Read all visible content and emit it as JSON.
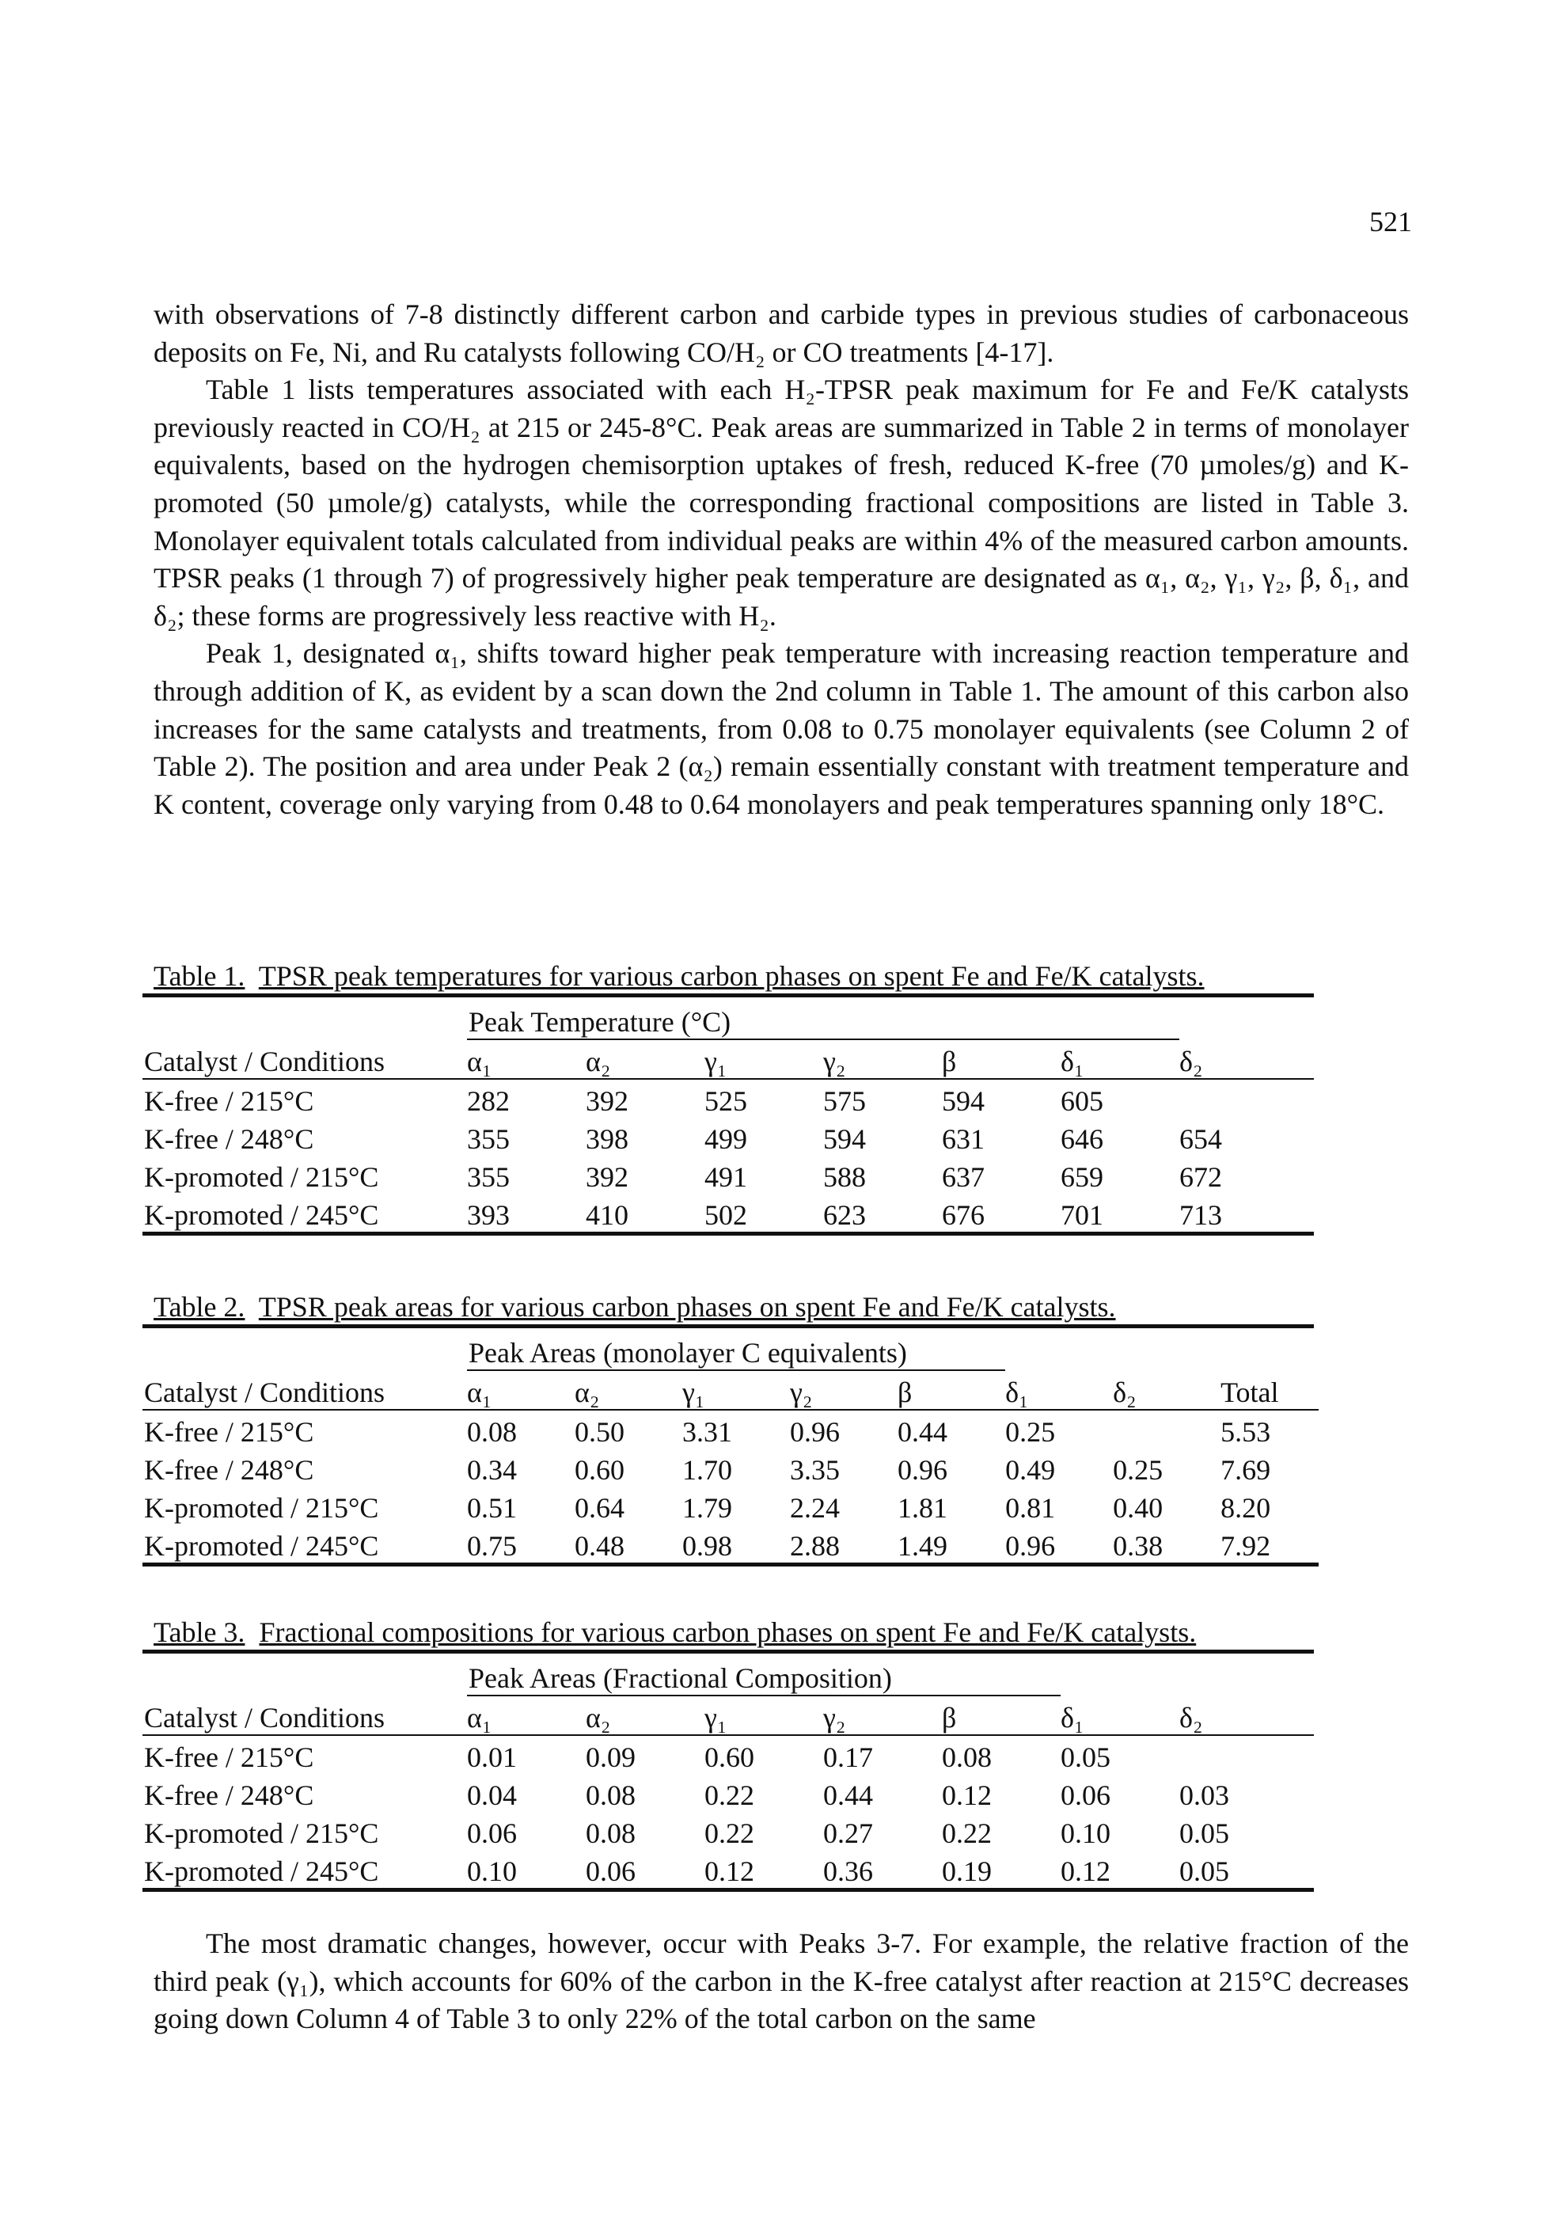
{
  "page_number": "521",
  "paragraphs_top": [
    "with observations of 7-8 distinctly different carbon and carbide types in previous studies of carbonaceous deposits on Fe, Ni, and Ru catalysts following CO/H₂ or CO treatments [4-17].",
    "Table 1 lists temperatures associated with each H₂-TPSR peak maximum for Fe and Fe/K catalysts previously reacted in CO/H₂ at 215 or 245-8°C. Peak areas are summarized in Table 2 in terms of monolayer equivalents, based on the hydrogen chemisorption uptakes of fresh, reduced K-free (70 µmoles/g) and K-promoted (50 µmole/g) catalysts, while the corresponding fractional compositions are listed in Table 3. Monolayer equivalent totals calculated from individual peaks are within 4% of the measured carbon amounts. TPSR peaks (1 through 7) of progressively higher peak temperature are designated as α₁, α₂, γ₁, γ₂, β, δ₁, and δ₂; these forms are progressively less reactive with H₂.",
    "Peak 1, designated α₁, shifts toward higher peak temperature with increasing reaction temperature and through addition of K, as evident by a scan down the 2nd column in Table 1. The amount of this carbon also increases for the same catalysts and treatments, from 0.08 to 0.75 monolayer equivalents (see Column 2 of Table 2). The position and area under Peak 2 (α₂) remain essentially constant with treatment temperature and K content, coverage only varying from 0.48 to 0.64 monolayers and peak temperatures spanning only 18°C."
  ],
  "tables": [
    {
      "caption_label": "Table 1.",
      "caption_text": "TPSR peak temperatures for various carbon phases on spent Fe and Fe/K catalysts.",
      "group_label": "Peak Temperature (°C)",
      "headers": [
        "Catalyst / Conditions",
        "α₁",
        "α₂",
        "γ₁",
        "γ₂",
        "β",
        "δ₁",
        "δ₂"
      ],
      "rows": [
        [
          "K-free / 215°C",
          "282",
          "392",
          "525",
          "575",
          "594",
          "605",
          ""
        ],
        [
          "K-free / 248°C",
          "355",
          "398",
          "499",
          "594",
          "631",
          "646",
          "654"
        ],
        [
          "K-promoted / 215°C",
          "355",
          "392",
          "491",
          "588",
          "637",
          "659",
          "672"
        ],
        [
          "K-promoted / 245°C",
          "393",
          "410",
          "502",
          "623",
          "676",
          "701",
          "713"
        ]
      ]
    },
    {
      "caption_label": "Table 2.",
      "caption_text": "TPSR peak areas for various carbon phases on spent Fe and Fe/K catalysts.",
      "group_label": "Peak Areas (monolayer C equivalents)",
      "headers": [
        "Catalyst / Conditions",
        "α₁",
        "α₂",
        "γ₁",
        "γ₂",
        "β",
        "δ₁",
        "δ₂",
        "Total"
      ],
      "rows": [
        [
          "K-free / 215°C",
          "0.08",
          "0.50",
          "3.31",
          "0.96",
          "0.44",
          "0.25",
          "",
          "5.53"
        ],
        [
          "K-free / 248°C",
          "0.34",
          "0.60",
          "1.70",
          "3.35",
          "0.96",
          "0.49",
          "0.25",
          "7.69"
        ],
        [
          "K-promoted / 215°C",
          "0.51",
          "0.64",
          "1.79",
          "2.24",
          "1.81",
          "0.81",
          "0.40",
          "8.20"
        ],
        [
          "K-promoted / 245°C",
          "0.75",
          "0.48",
          "0.98",
          "2.88",
          "1.49",
          "0.96",
          "0.38",
          "7.92"
        ]
      ]
    },
    {
      "caption_label": "Table 3.",
      "caption_text": "Fractional compositions for various carbon phases on spent Fe and Fe/K catalysts.",
      "group_label": "Peak Areas (Fractional Composition)",
      "headers": [
        "Catalyst / Conditions",
        "α₁",
        "α₂",
        "γ₁",
        "γ₂",
        "β",
        "δ₁",
        "δ₂"
      ],
      "rows": [
        [
          "K-free / 215°C",
          "0.01",
          "0.09",
          "0.60",
          "0.17",
          "0.08",
          "0.05",
          ""
        ],
        [
          "K-free / 248°C",
          "0.04",
          "0.08",
          "0.22",
          "0.44",
          "0.12",
          "0.06",
          "0.03"
        ],
        [
          "K-promoted / 215°C",
          "0.06",
          "0.08",
          "0.22",
          "0.27",
          "0.22",
          "0.10",
          "0.05"
        ],
        [
          "K-promoted / 245°C",
          "0.10",
          "0.06",
          "0.12",
          "0.36",
          "0.19",
          "0.12",
          "0.05"
        ]
      ]
    }
  ],
  "paragraph_bottom": "The most dramatic changes, however, occur with Peaks 3-7. For example, the relative fraction of the third peak (γ₁), which accounts for 60% of the carbon in the K-free catalyst after reaction at 215°C decreases going down Column 4 of Table 3 to only 22% of the total carbon on the same"
}
